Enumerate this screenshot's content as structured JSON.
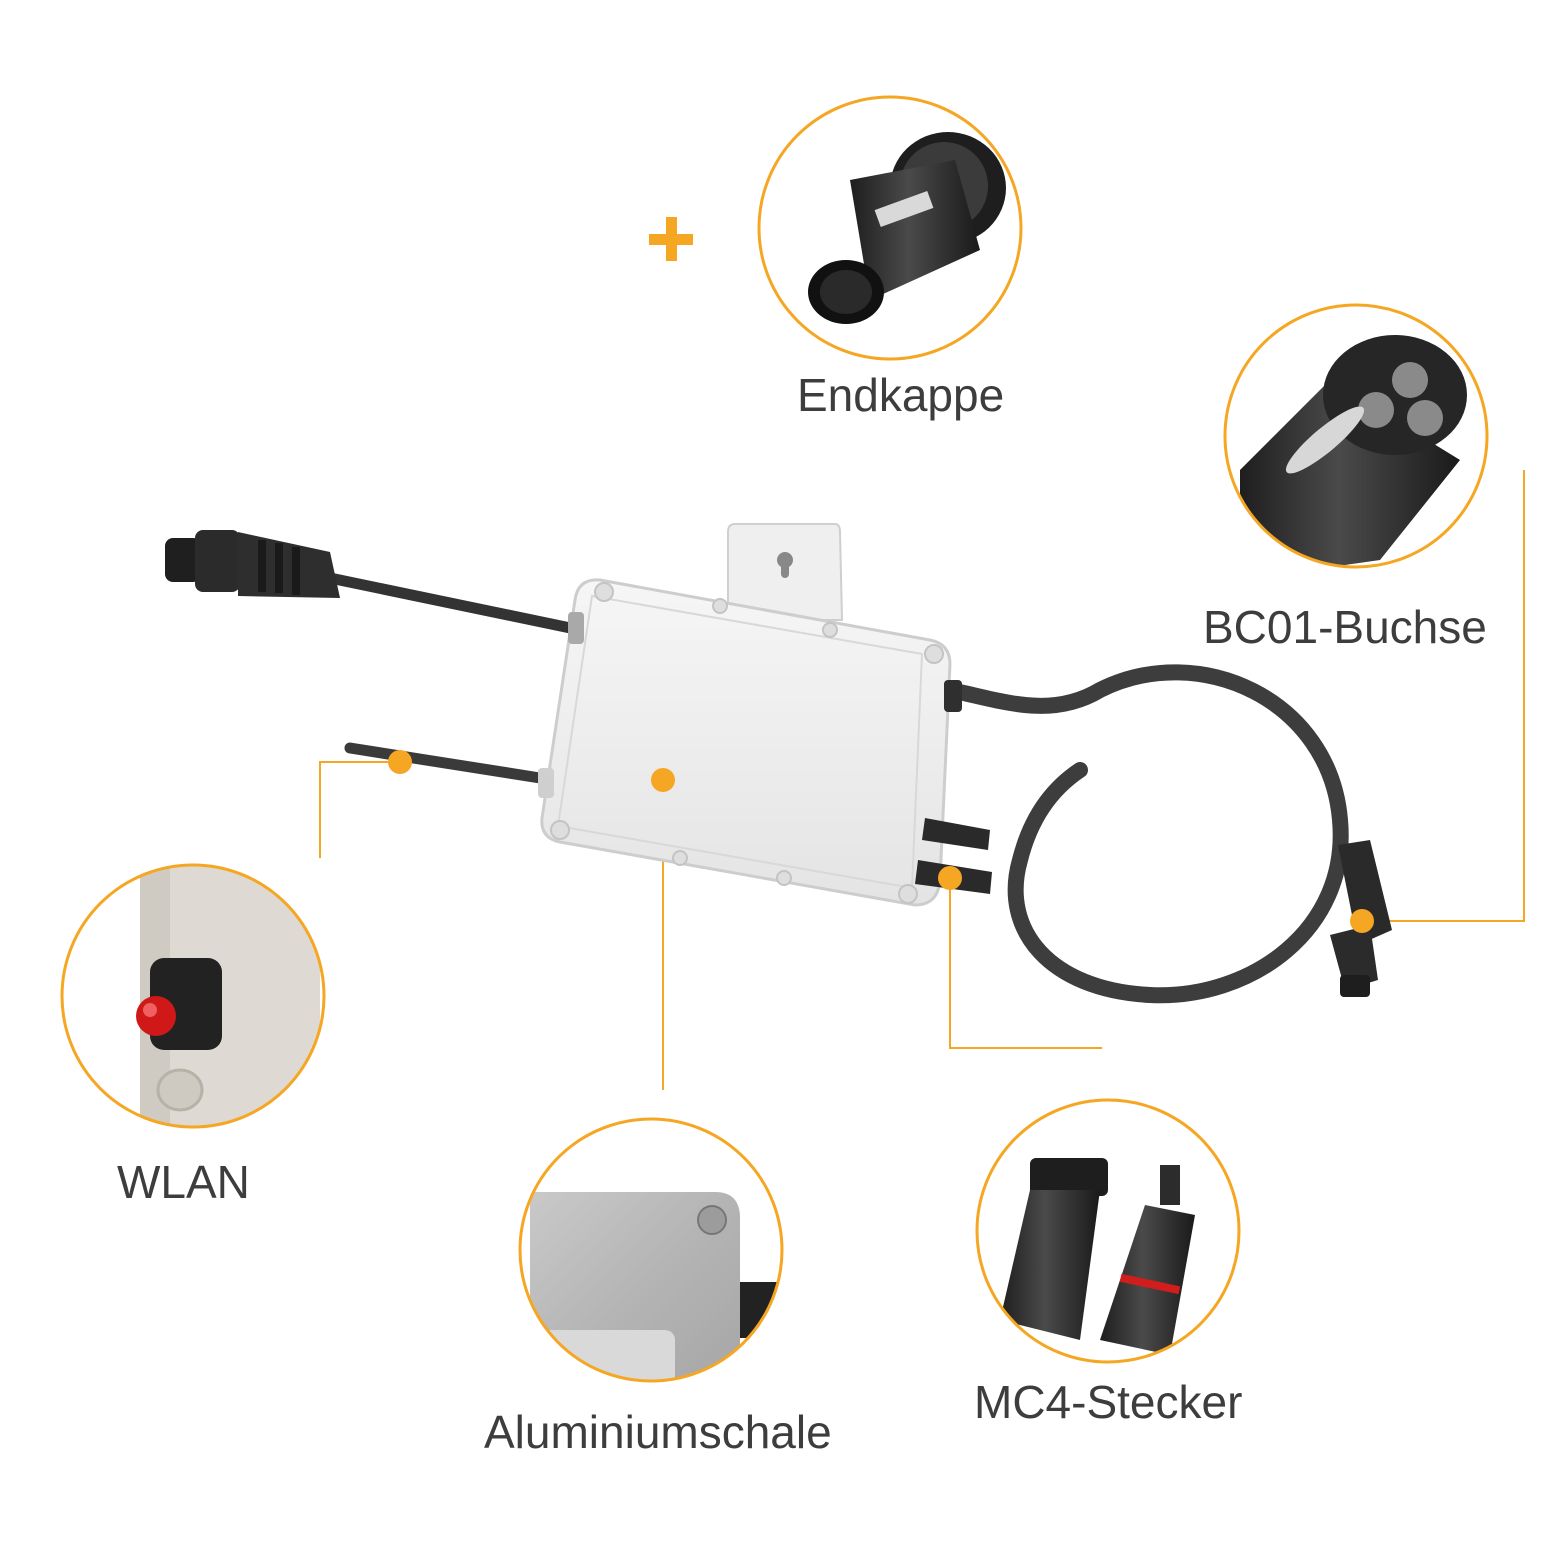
{
  "colors": {
    "accent": "#f5a623",
    "label_text": "#3d3d3d",
    "background": "#ffffff",
    "cable": "#3a3a3a",
    "housing": "#eeeeee"
  },
  "labels": {
    "endkappe": "Endkappe",
    "bc01": "BC01-Buchse",
    "wlan": "WLAN",
    "aluminium": "Aluminiumschale",
    "mc4": "MC4-Stecker"
  },
  "icons": {
    "plus": "plus-icon",
    "end_cap": "end-cap-icon",
    "bc01_socket": "bc01-socket-icon",
    "wifi_button": "wifi-button-icon",
    "aluminium_shell": "aluminium-shell-icon",
    "mc4_plugs": "mc4-connectors-icon",
    "inverter": "microinverter-illustration"
  }
}
